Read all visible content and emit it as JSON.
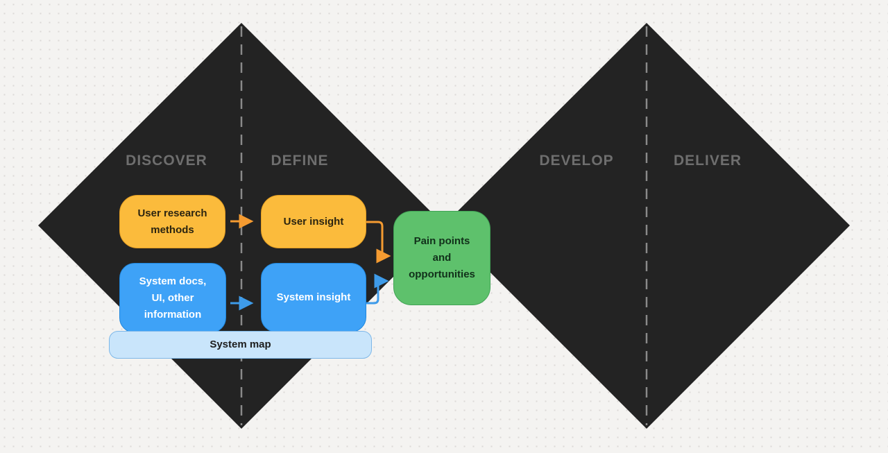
{
  "phases": {
    "discover": "DISCOVER",
    "define": "DEFINE",
    "develop": "DEVELOP",
    "deliver": "DELIVER"
  },
  "nodes": {
    "user_research_methods": {
      "label": "User research\nmethods"
    },
    "user_insight": {
      "label": "User insight"
    },
    "system_docs": {
      "label": "System docs,\nUI, other\ninformation"
    },
    "system_insight": {
      "label": "System insight"
    },
    "system_map": {
      "label": "System map"
    },
    "pain_points": {
      "label": "Pain points\nand\nopportunities"
    }
  },
  "colors": {
    "diamond": "#232323",
    "dashed_line": "#8a8a8a",
    "phase_label": "#6e6e6e",
    "orange": "#fbbb3c",
    "blue": "#3ea2f7",
    "light_blue": "#c9e5fb",
    "green": "#5ec16c",
    "arrow_orange": "#f59b31",
    "arrow_blue": "#3e9be9"
  }
}
